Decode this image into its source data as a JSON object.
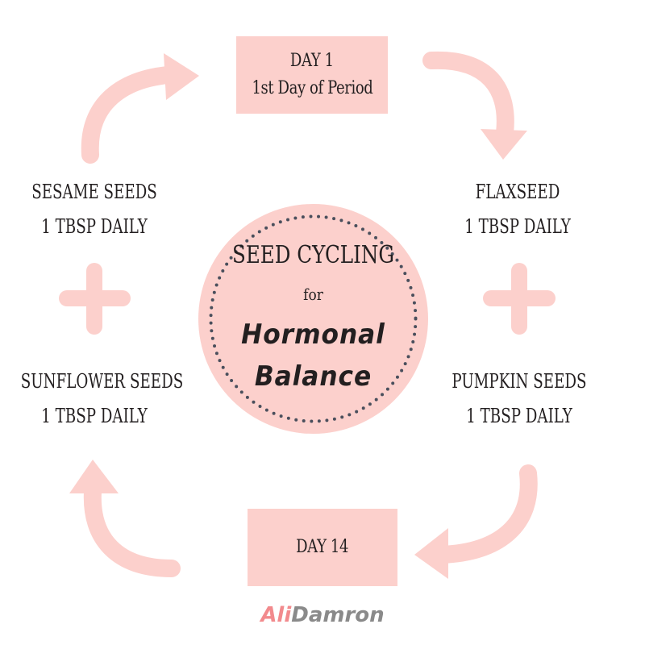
{
  "day1": {
    "line1": "DAY 1",
    "line2": "1st Day of Period"
  },
  "day14": {
    "line1": "DAY 14"
  },
  "seeds": {
    "sesame": {
      "name": "SESAME SEEDS",
      "amount": "1 TBSP DAILY"
    },
    "flaxseed": {
      "name": "FLAXSEED",
      "amount": "1 TBSP DAILY"
    },
    "sunflower": {
      "name": "SUNFLOWER SEEDS",
      "amount": "1 TBSP DAILY"
    },
    "pumpkin": {
      "name": "PUMPKIN SEEDS",
      "amount": "1 TBSP DAILY"
    }
  },
  "center": {
    "line1": "SEED CYCLING",
    "line2": "for",
    "line3": "Hormonal",
    "line4": "Balance"
  },
  "brand": {
    "first": "Ali",
    "last": "Damron"
  },
  "colors": {
    "accent_pink": "#fcd0cc",
    "text_dark": "#231f20",
    "dot_gray": "#4a4f5c",
    "brand_pink": "#f28a8d",
    "brand_gray": "#8a8a8a"
  },
  "icons": {
    "arrows": "curved-arrow-icon",
    "plus": "plus-icon"
  }
}
